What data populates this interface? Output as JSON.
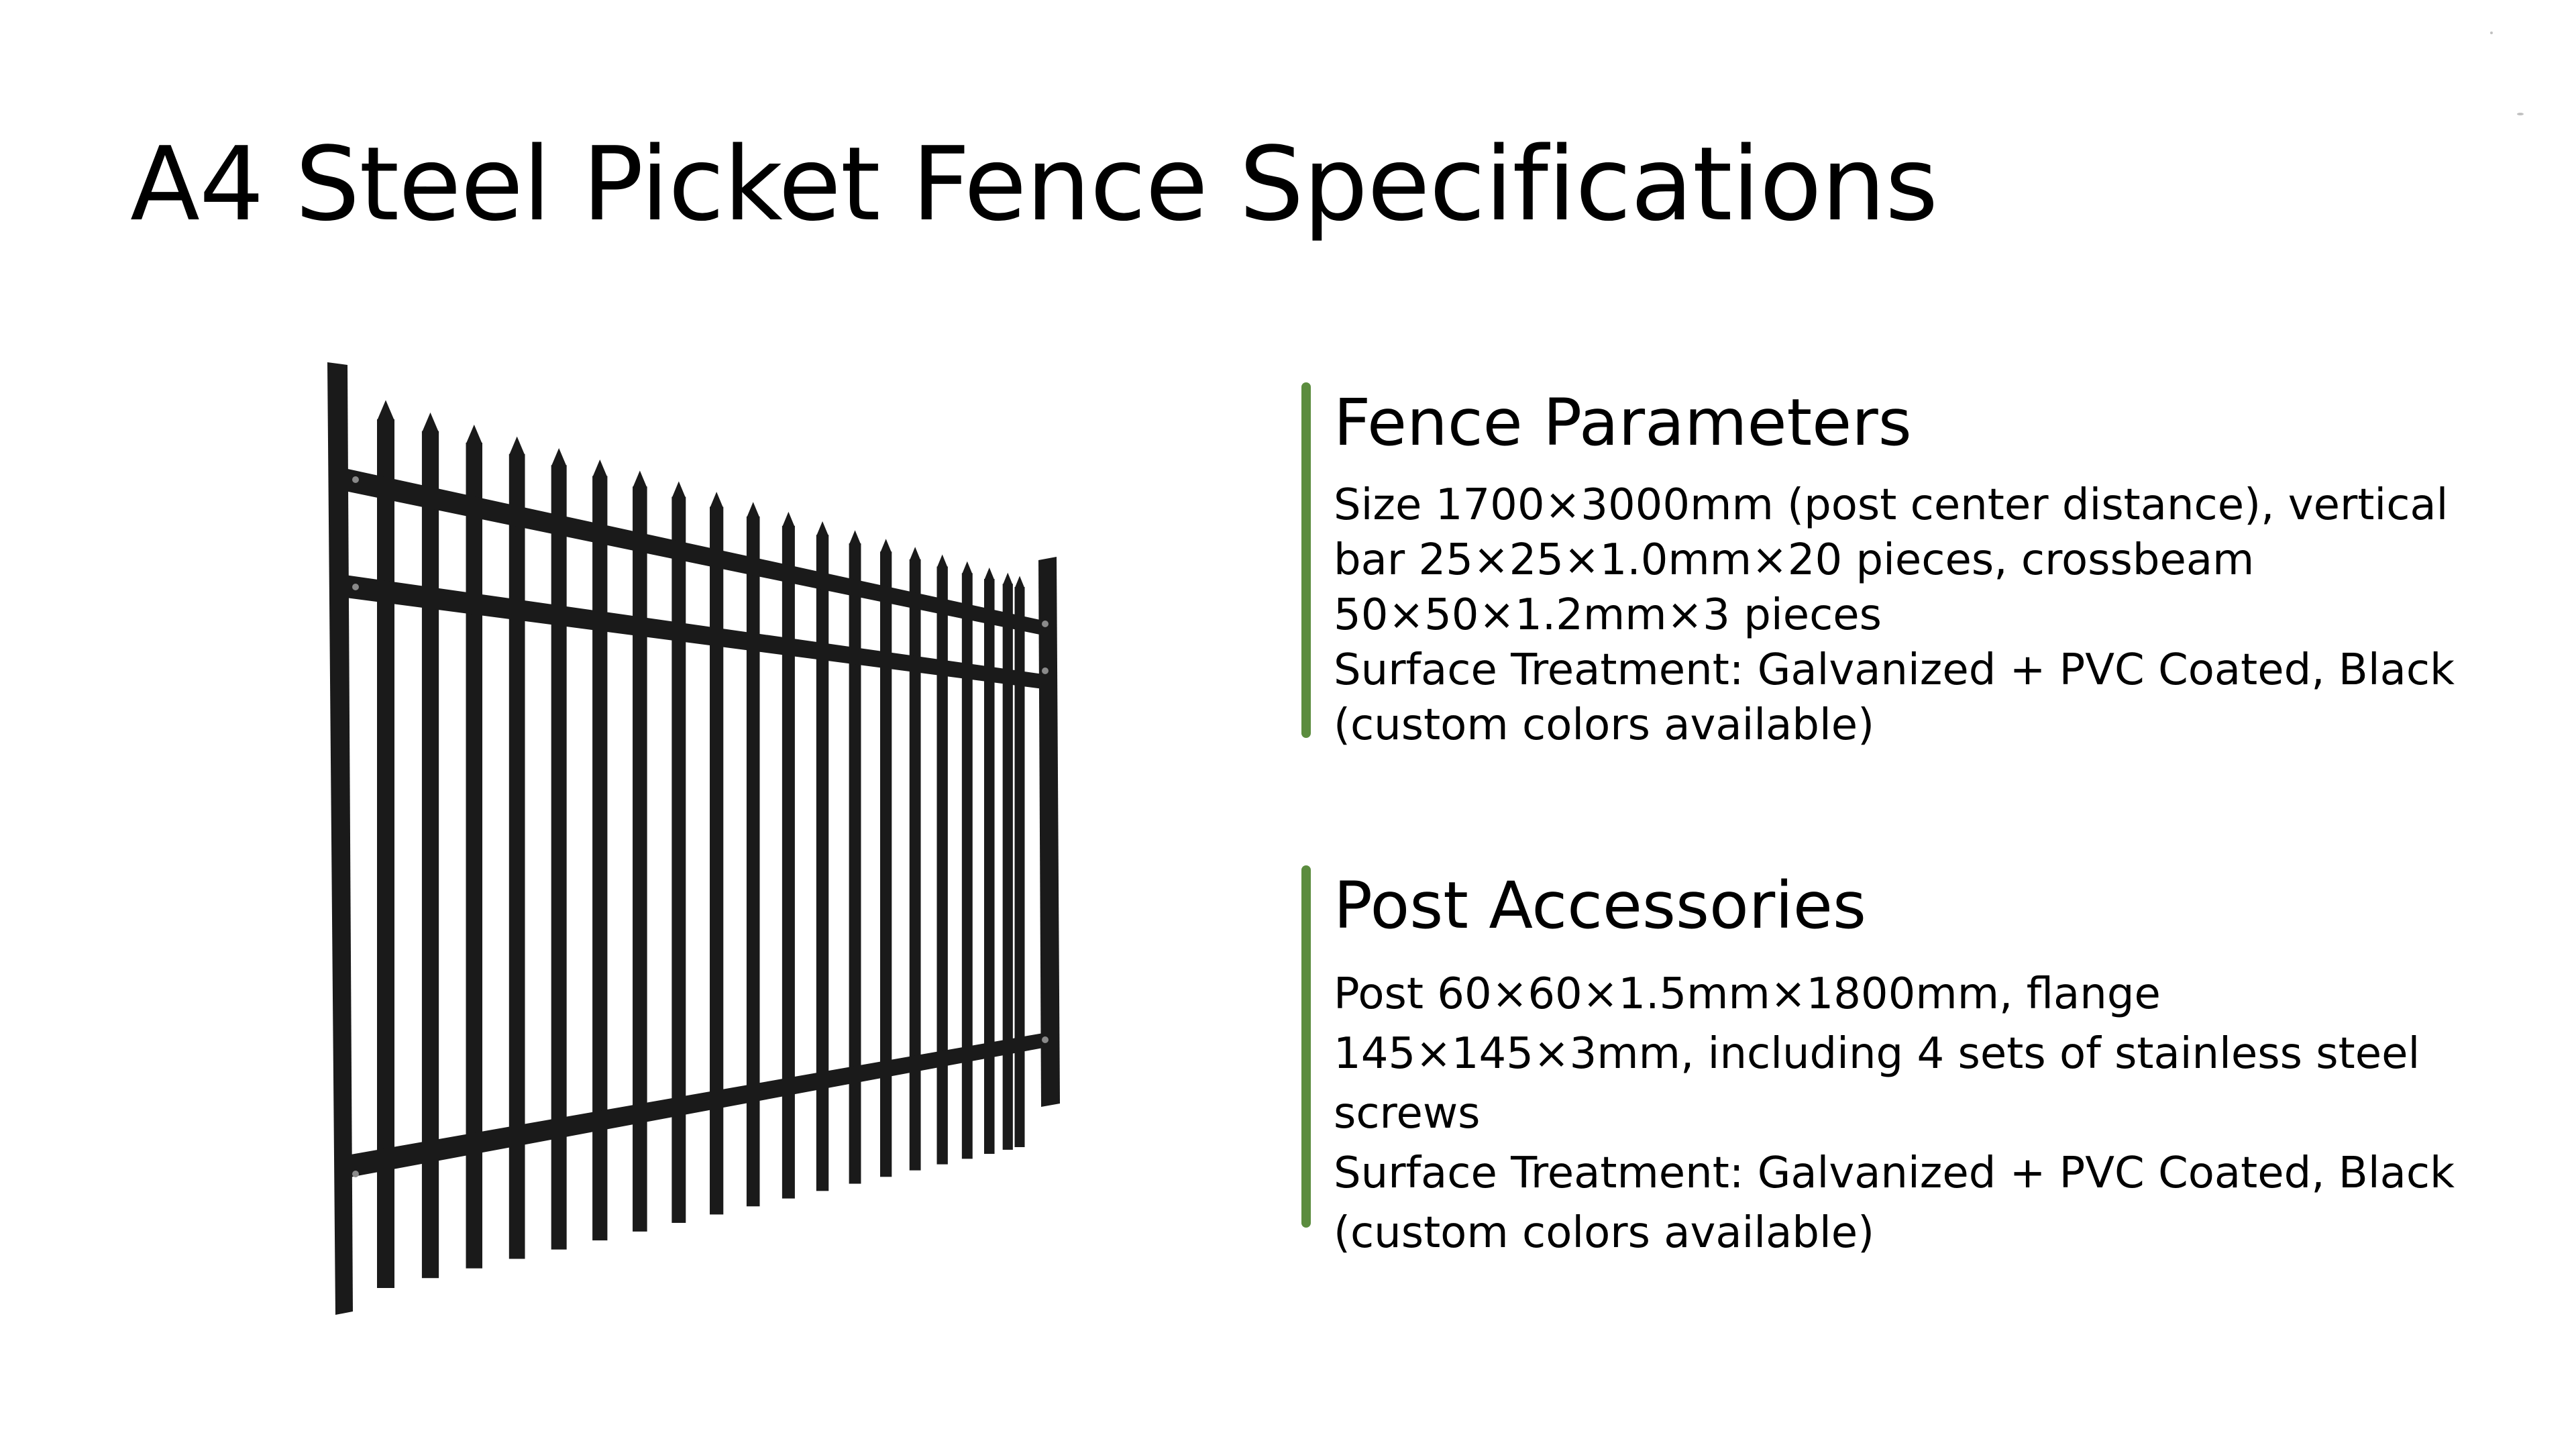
{
  "slide": {
    "title": "A4 Steel Picket Fence Specifications",
    "accent_color": "#5b8c3e",
    "fence_color": "#1a1a1a",
    "sections": [
      {
        "heading": "Fence Parameters",
        "lines": [
          "Size 1700×3000mm (post center distance), vertical",
          "bar 25×25×1.0mm×20 pieces, crossbeam",
          "50×50×1.2mm×3 pieces",
          "Surface Treatment: Galvanized + PVC Coated, Black",
          "(custom colors available)"
        ]
      },
      {
        "heading": "Post Accessories",
        "lines": [
          "Post 60×60×1.5mm×1800mm, flange",
          "145×145×3mm, including 4 sets of stainless steel",
          "screws",
          "Surface Treatment: Galvanized + PVC Coated, Black",
          "(custom colors available)"
        ]
      }
    ]
  }
}
